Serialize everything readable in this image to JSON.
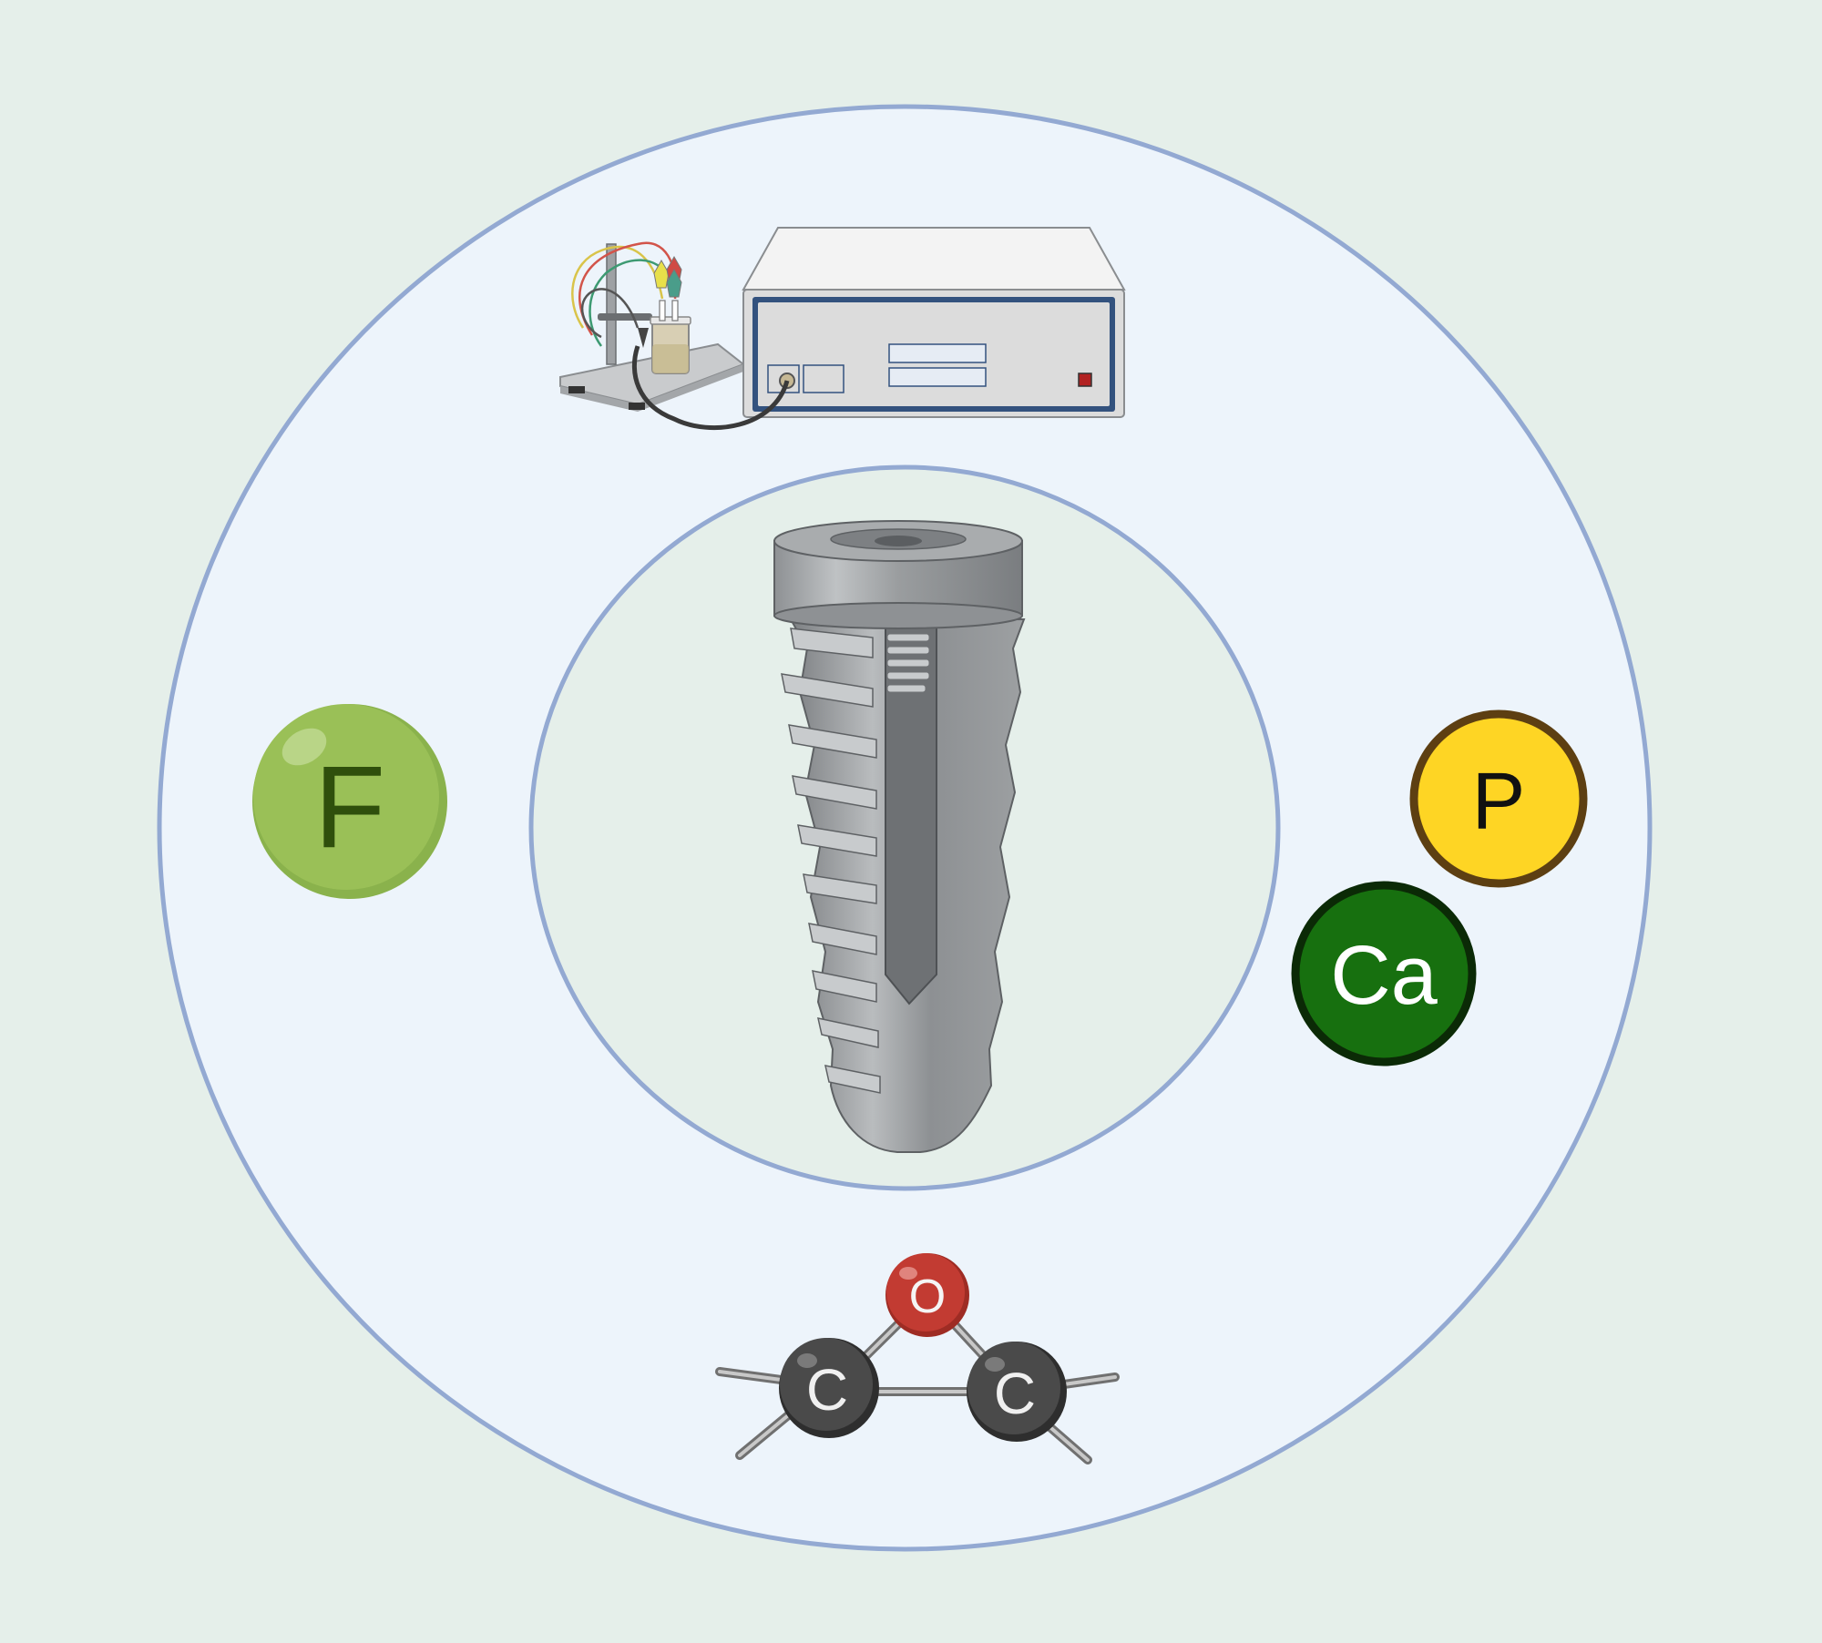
{
  "colors": {
    "background": "#e5efea",
    "outer_ring_fill": "#edf4fb",
    "ring_stroke": "#93a9d2",
    "inner_ring_fill": "#e5efea",
    "fluorine": "#9ac057",
    "phosphorus": "#fed524",
    "phosphorus_border": "#5d3f12",
    "calcium": "#17700f",
    "calcium_border": "#0b2a06",
    "oxygen": "#c23b32",
    "carbon": "#4a4a4a",
    "metal": "#9a9d9f"
  },
  "elements": {
    "fluorine": {
      "symbol": "F",
      "icon": "fluorine-atom-icon"
    },
    "phosphorus": {
      "symbol": "P",
      "icon": "phosphorus-atom-icon"
    },
    "calcium": {
      "symbol": "Ca",
      "icon": "calcium-atom-icon"
    }
  },
  "molecule": {
    "icon": "epoxide-molecule-icon",
    "atoms": [
      {
        "symbol": "O"
      },
      {
        "symbol": "C"
      },
      {
        "symbol": "C"
      }
    ]
  },
  "instrument": {
    "icon": "electrochemical-workstation-icon"
  },
  "implant": {
    "icon": "dental-implant-screw-icon"
  }
}
